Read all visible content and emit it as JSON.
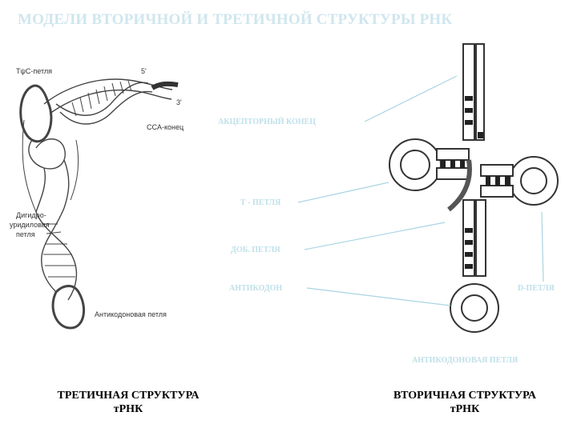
{
  "title": "МОДЕЛИ ВТОРИЧНОЙ И ТРЕТИЧНОЙ СТРУКТУРЫ РНК",
  "tertiary_figure": {
    "labels": {
      "tpsic_loop": "TψC-петля",
      "five_prime": "5'",
      "three_prime": "3'",
      "cca_end": "CCA-конец",
      "dihydro_loop_1": "Дигидро-",
      "dihydro_loop_2": "уридиловая",
      "dihydro_loop_3": "петля",
      "anticodon_loop": "Антикодоновая петля"
    }
  },
  "secondary_figure": {
    "labels": {
      "acceptor_end": "АКЦЕПТОРНЫЙ КОНЕЦ",
      "t_loop": "Т - ПЕТЛЯ",
      "extra_loop": "ДОБ. ПЕТЛЯ",
      "anticodon": "АНТИКОДОН",
      "d_loop": "D-ПЕТЛЯ",
      "anticodon_loop": "АНТИКОДОНОВАЯ ПЕТЛЯ"
    }
  },
  "captions": {
    "left_line1": "ТРЕТИЧНАЯ СТРУКТУРА",
    "left_line2": "тРНК",
    "right_line1": "ВТОРИЧНАЯ СТРУКТУРА",
    "right_line2": "тРНК"
  },
  "colors": {
    "title": "#cfe6ee",
    "labels": "#bfe0ea",
    "pointer_lines": "#a9d4e2",
    "captions": "#000000"
  }
}
